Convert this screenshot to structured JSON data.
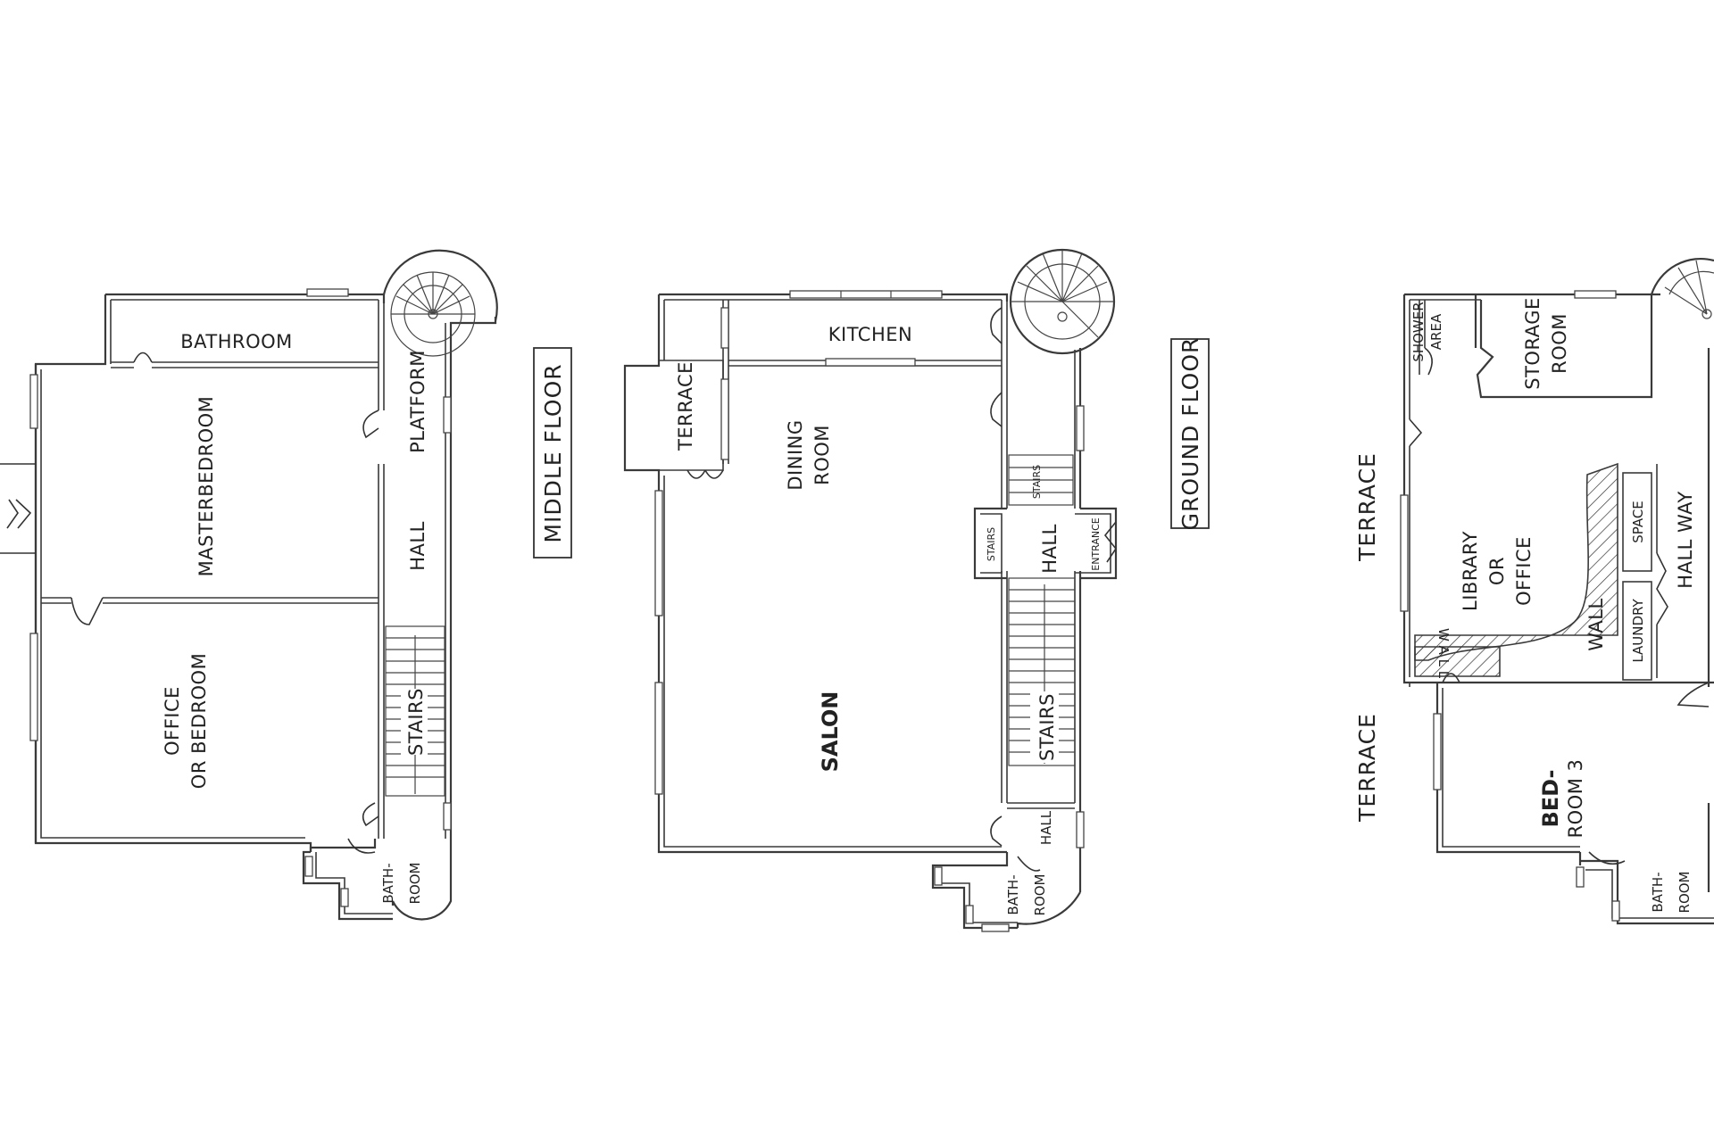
{
  "floors": {
    "middle": {
      "title": "MIDDLE FLOOR",
      "rooms": {
        "bathroom": "BATHROOM",
        "masterbedroom": "MASTERBEDROOM",
        "platform": "PLATFORM",
        "hall": "HALL",
        "office_l1": "OFFICE",
        "office_l2": "OR BEDROOM",
        "stairs": "STAIRS",
        "bath_l1": "BATH-",
        "bath_l2": "ROOM"
      }
    },
    "ground": {
      "title": "GROUND FLOOR",
      "rooms": {
        "kitchen": "KITCHEN",
        "terrace": "TERRACE",
        "dining_l1": "DINING",
        "dining_l2": "ROOM",
        "stairs_small": "STAIRS",
        "stairs_left": "STAIRS",
        "hall": "HALL",
        "entrance": "ENTRANCE",
        "salon": "SALON",
        "stairs_main": "STAIRS",
        "hall_small": "HALL",
        "bath_l1": "BATH-",
        "bath_l2": "ROOM"
      }
    },
    "lower": {
      "rooms": {
        "shower_l1": "SHOWER",
        "shower_l2": "AREA",
        "storage_l1": "STORAGE",
        "storage_l2": "ROOM",
        "terrace_upper": "TERRACE",
        "library_l1": "LIBRARY",
        "library_l2": "OR",
        "library_l3": "OFFICE",
        "wall_vertical": "W A L L",
        "wall_curve": "WALL",
        "space": "SPACE",
        "laundry": "LAUNDRY",
        "hallway": "HALL WAY",
        "terrace_lower": "TERRACE",
        "bed_l1": "BED-",
        "bed_l2": "ROOM 3",
        "bath_l1": "BATH-",
        "bath_l2": "ROOM"
      }
    }
  }
}
